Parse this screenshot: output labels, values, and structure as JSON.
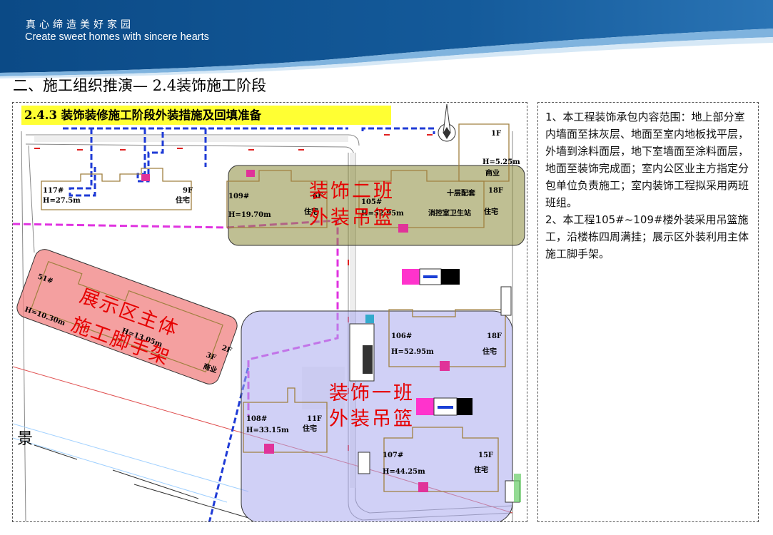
{
  "header": {
    "slogan_cn": "真心缔造美好家园",
    "slogan_en": "Create sweet homes with sincere hearts",
    "colors": {
      "banner_dark": "#0d4f8c",
      "banner_light": "#6aa7d8"
    }
  },
  "page_title": "二、施工组织推演— 2.4装饰施工阶段",
  "map": {
    "subtitle": "2.4.3 装饰装修施工阶段外装措施及回填准备",
    "zones": {
      "team2": {
        "line1": "装饰二班",
        "line2": "外装吊篮",
        "color": "#8a8a3a"
      },
      "team1": {
        "line1": "装饰一班",
        "line2": "外装吊篮",
        "color": "#aaaaee"
      },
      "show": {
        "line1": "展示区主体",
        "line2": "施工脚手架",
        "color": "#f08080"
      }
    },
    "buildings": {
      "b117": {
        "id": "117#",
        "height": "H=27.5m",
        "floors": "9F",
        "use": "住宅"
      },
      "b109": {
        "id": "109#",
        "height": "H=19.70m",
        "floors": "6F",
        "use": "住宅"
      },
      "b105": {
        "id": "105#",
        "height": "H=52.95m",
        "floors": "18F",
        "use": "住宅"
      },
      "b1f": {
        "floors": "1F",
        "height": "H=5.25m",
        "use": "商业"
      },
      "b_fire": {
        "text": "十层配套",
        "text2": "消控室卫生站"
      },
      "b51": {
        "id": "51#",
        "height": "H=10.30m"
      },
      "b51b": {
        "height": "H=13.05m",
        "floors": "3F",
        "floors2": "2F",
        "use": "商业"
      },
      "b106": {
        "id": "106#",
        "height": "H=52.95m",
        "floors": "18F",
        "use": "住宅"
      },
      "b108": {
        "id": "108#",
        "height": "H=33.15m",
        "floors": "11F",
        "use": "住宅"
      },
      "b107": {
        "id": "107#",
        "height": "H=44.25m",
        "floors": "15F",
        "use": "住宅"
      }
    },
    "landscape_label": "景"
  },
  "notes": {
    "p1": "1、本工程装饰承包内容范围：地上部分室内墙面至抹灰层、地面至室内地板找平层，外墙到涂料面层，地下室墙面至涂料面层，地面至装饰完成面；室内公区业主方指定分包单位负责施工；室内装饰工程拟采用两班班组。",
    "p2": "2、本工程105#~109#楼外装采用吊篮施工，沿楼栋四周满挂；展示区外装利用主体施工脚手架。"
  }
}
